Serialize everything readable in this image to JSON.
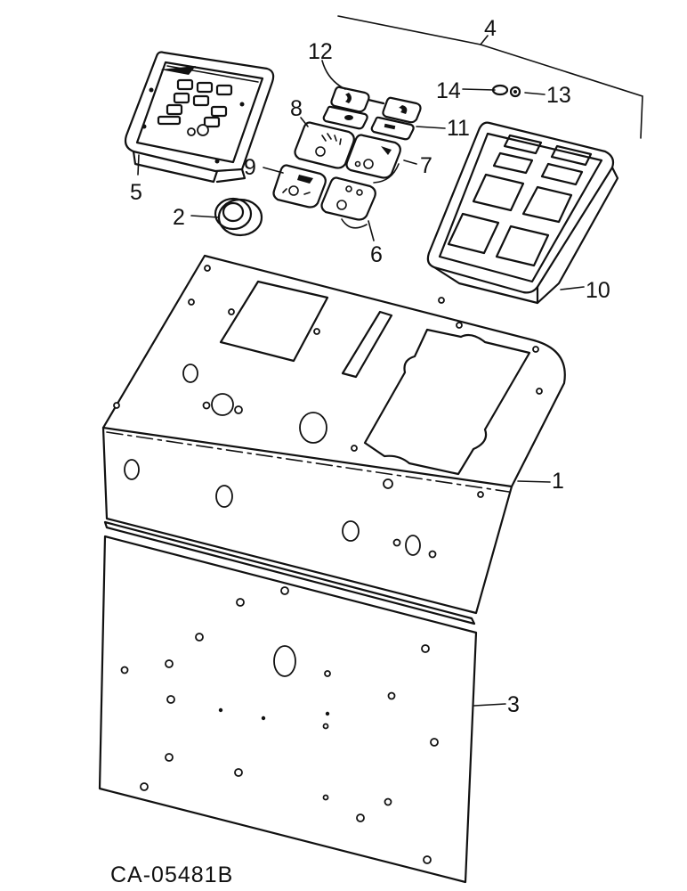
{
  "diagram": {
    "callouts": [
      "1",
      "2",
      "3",
      "4",
      "5",
      "6",
      "7",
      "8",
      "9",
      "10",
      "11",
      "12",
      "13",
      "14"
    ],
    "drawing_code": "CA-05481B"
  }
}
